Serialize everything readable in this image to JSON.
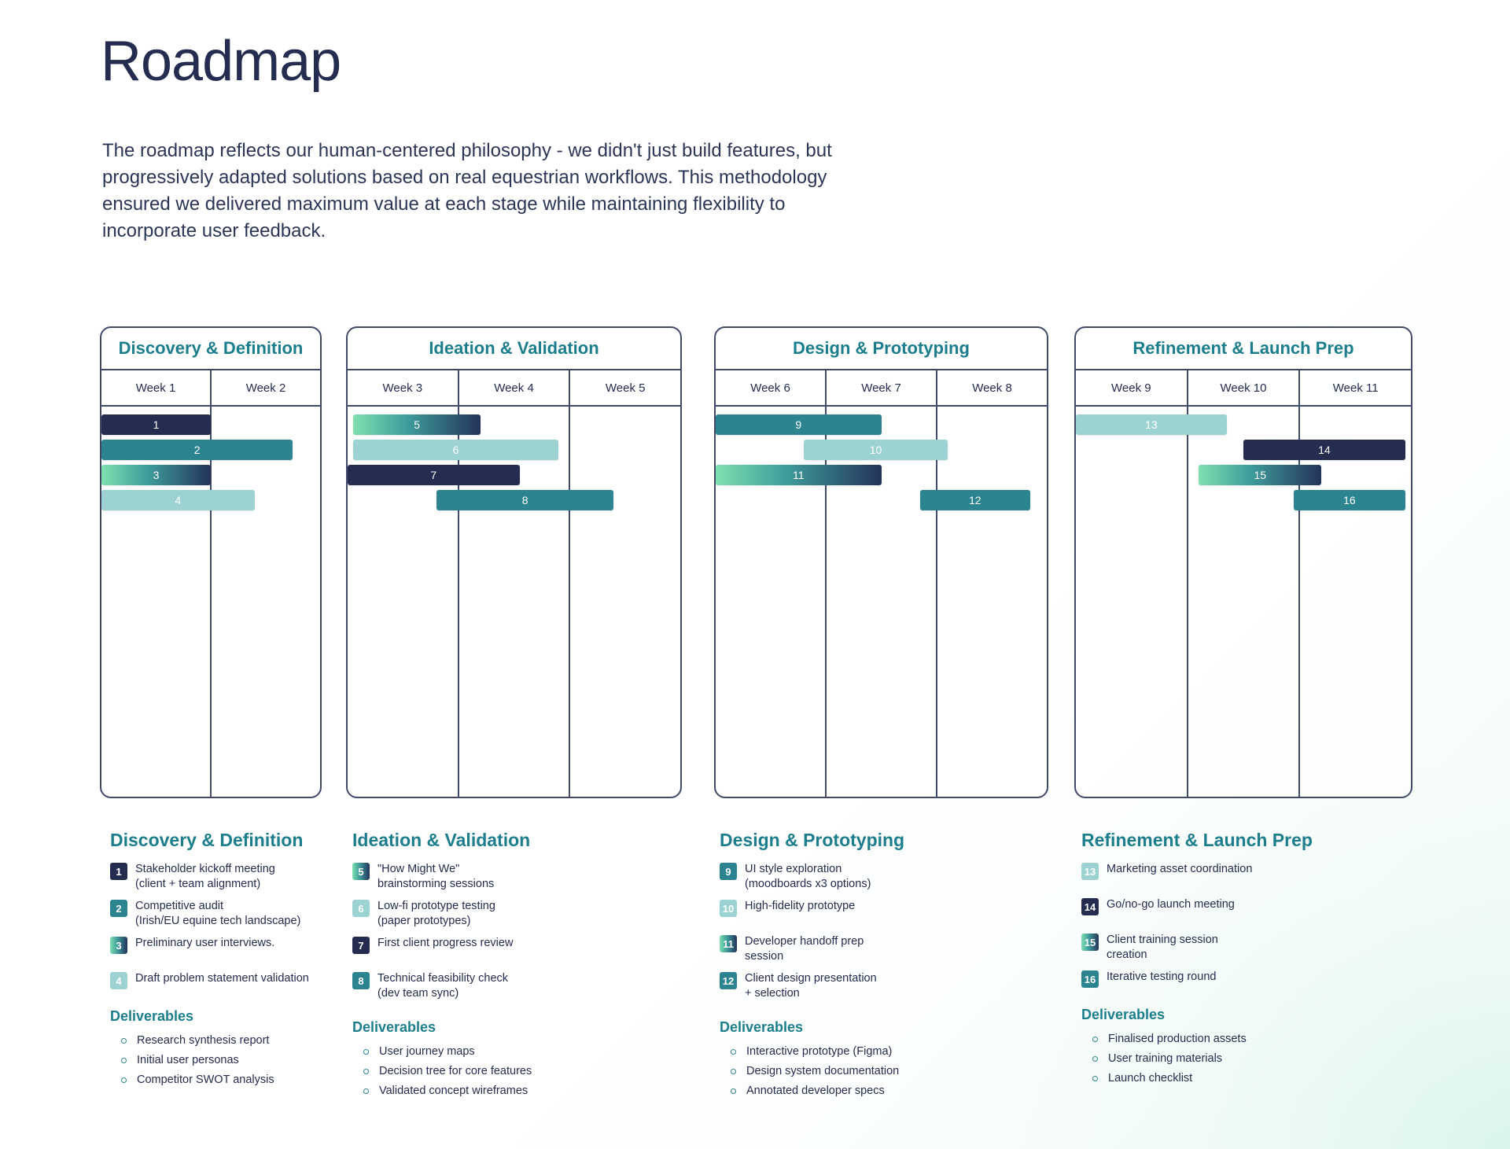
{
  "header": {
    "title": "Roadmap",
    "intro": "The roadmap reflects our human-centered philosophy - we didn't just build features, but progressively adapted solutions based on real equestrian workflows. This methodology ensured we delivered maximum value at each stage while maintaining flexibility to incorporate user feedback."
  },
  "colors": {
    "navy": "#242c4f",
    "teal": "#2d8491",
    "light_teal": "#9cd2d2",
    "gradient": "linear-gradient(90deg,#7fe0b0,#3e9d9c,#24335a)",
    "heading_teal": "#1c7e8c",
    "border": "#414a6b"
  },
  "deliverables_label": "Deliverables",
  "chart_data": {
    "type": "bar",
    "title": "Roadmap",
    "xlabel": "Week",
    "ylabel": "",
    "x": [
      "Week 1",
      "Week 2",
      "Week 3",
      "Week 4",
      "Week 5",
      "Week 6",
      "Week 7",
      "Week 8",
      "Week 9",
      "Week 10",
      "Week 11"
    ],
    "xlim": [
      1,
      12
    ],
    "grid": true,
    "legend": "below-chart",
    "phases": [
      {
        "name": "Discovery & Definition",
        "weeks": [
          "Week 1",
          "Week 2"
        ],
        "week_span": [
          1,
          3
        ],
        "tasks": [
          {
            "id": "1",
            "label": "Stakeholder kickoff meeting\n(client + team alignment)",
            "label_line1": "Stakeholder kickoff meeting",
            "label_line2": "(client + team alignment)",
            "start": 1.0,
            "end": 2.0,
            "color": "navy",
            "row": 0
          },
          {
            "id": "2",
            "label": "Competitive audit\n(Irish/EU equine tech landscape)",
            "label_line1": "Competitive audit",
            "label_line2": "(Irish/EU equine tech landscape)",
            "start": 1.0,
            "end": 2.75,
            "color": "teal",
            "row": 1
          },
          {
            "id": "3",
            "label": "Preliminary user interviews.",
            "label_line1": "Preliminary user interviews.",
            "label_line2": "",
            "start": 1.0,
            "end": 2.0,
            "color": "gradient",
            "row": 2
          },
          {
            "id": "4",
            "label": "Draft problem statement validation",
            "label_line1": "Draft problem statement validation",
            "label_line2": "",
            "start": 1.0,
            "end": 2.4,
            "color": "light_teal",
            "row": 3
          }
        ],
        "deliverables": [
          "Research synthesis report",
          "Initial user personas",
          "Competitor SWOT analysis"
        ]
      },
      {
        "name": "Ideation & Validation",
        "weeks": [
          "Week 3",
          "Week 4",
          "Week 5"
        ],
        "week_span": [
          3,
          6
        ],
        "tasks": [
          {
            "id": "5",
            "label": "\"How Might We\"\nbrainstorming sessions",
            "label_line1": "\"How Might We\"",
            "label_line2": "brainstorming sessions",
            "start": 3.05,
            "end": 4.2,
            "color": "gradient",
            "row": 4
          },
          {
            "id": "6",
            "label": "Low-fi prototype testing\n(paper prototypes)",
            "label_line1": "Low-fi prototype testing",
            "label_line2": "(paper prototypes)",
            "start": 3.05,
            "end": 4.9,
            "color": "light_teal",
            "row": 5
          },
          {
            "id": "7",
            "label": "First client progress review",
            "label_line1": "First client progress review",
            "label_line2": "",
            "start": 3.0,
            "end": 4.55,
            "color": "navy",
            "row": 6
          },
          {
            "id": "8",
            "label": "Technical feasibility check\n(dev team sync)",
            "label_line1": "Technical feasibility check",
            "label_line2": "(dev team sync)",
            "start": 3.8,
            "end": 5.4,
            "color": "teal",
            "row": 7
          }
        ],
        "deliverables": [
          "User journey maps",
          "Decision tree for core features",
          "Validated concept wireframes"
        ]
      },
      {
        "name": "Design & Prototyping",
        "weeks": [
          "Week 6",
          "Week 7",
          "Week 8"
        ],
        "week_span": [
          6,
          9
        ],
        "tasks": [
          {
            "id": "9",
            "label": "UI style exploration\n(moodboards x3 options)",
            "label_line1": "UI style exploration",
            "label_line2": "(moodboards x3 options)",
            "start": 6.0,
            "end": 7.5,
            "color": "teal",
            "row": 8
          },
          {
            "id": "10",
            "label": "High-fidelity prototype",
            "label_line1": "High-fidelity prototype",
            "label_line2": "",
            "start": 6.8,
            "end": 8.1,
            "color": "light_teal",
            "row": 9
          },
          {
            "id": "11",
            "label": "Developer handoff prep\nsession",
            "label_line1": "Developer handoff prep",
            "label_line2": "session",
            "start": 6.0,
            "end": 7.5,
            "color": "gradient",
            "row": 10
          },
          {
            "id": "12",
            "label": "Client design presentation\n+ selection",
            "label_line1": "Client design presentation",
            "label_line2": "+ selection",
            "start": 7.85,
            "end": 8.85,
            "color": "teal",
            "row": 11
          }
        ],
        "deliverables": [
          "Interactive prototype (Figma)",
          "Design system documentation",
          "Annotated developer specs"
        ]
      },
      {
        "name": "Refinement & Launch Prep",
        "weeks": [
          "Week 9",
          "Week 10",
          "Week 11"
        ],
        "week_span": [
          9,
          12
        ],
        "tasks": [
          {
            "id": "13",
            "label": "Marketing asset coordination",
            "label_line1": "Marketing asset coordination",
            "label_line2": "",
            "start": 9.0,
            "end": 10.35,
            "color": "light_teal",
            "row": 10
          },
          {
            "id": "14",
            "label": "Go/no-go launch meeting",
            "label_line1": "Go/no-go launch meeting",
            "label_line2": "",
            "start": 10.5,
            "end": 11.95,
            "color": "navy",
            "row": 11
          },
          {
            "id": "15",
            "label": "Client training session\ncreation",
            "label_line1": "Client training session",
            "label_line2": "creation",
            "start": 10.1,
            "end": 11.2,
            "color": "gradient",
            "row": 12
          },
          {
            "id": "16",
            "label": "Iterative testing round",
            "label_line1": "Iterative testing round",
            "label_line2": "",
            "start": 10.95,
            "end": 11.95,
            "color": "teal",
            "row": 13
          }
        ],
        "deliverables": [
          "Finalised production assets",
          "User training materials",
          "Launch checklist"
        ]
      }
    ]
  }
}
